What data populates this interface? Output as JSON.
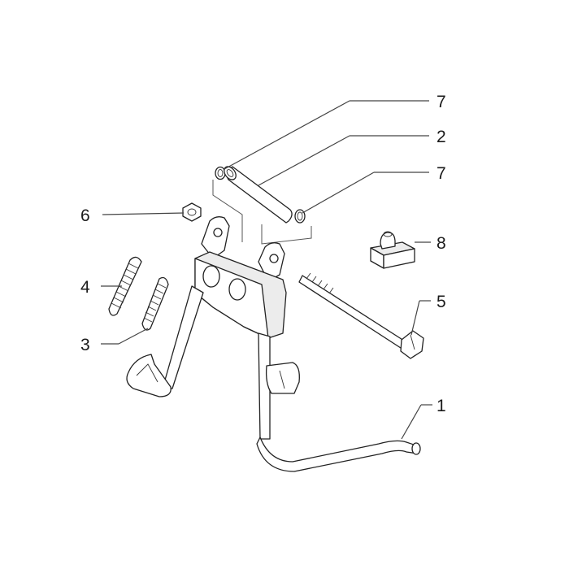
{
  "callouts": [
    {
      "id": "c7a",
      "label": "7"
    },
    {
      "id": "c2",
      "label": "2"
    },
    {
      "id": "c7b",
      "label": "7"
    },
    {
      "id": "c6",
      "label": "6"
    },
    {
      "id": "c8",
      "label": "8"
    },
    {
      "id": "c4",
      "label": "4"
    },
    {
      "id": "c5",
      "label": "5"
    },
    {
      "id": "c3",
      "label": "3"
    },
    {
      "id": "c1",
      "label": "1"
    }
  ]
}
